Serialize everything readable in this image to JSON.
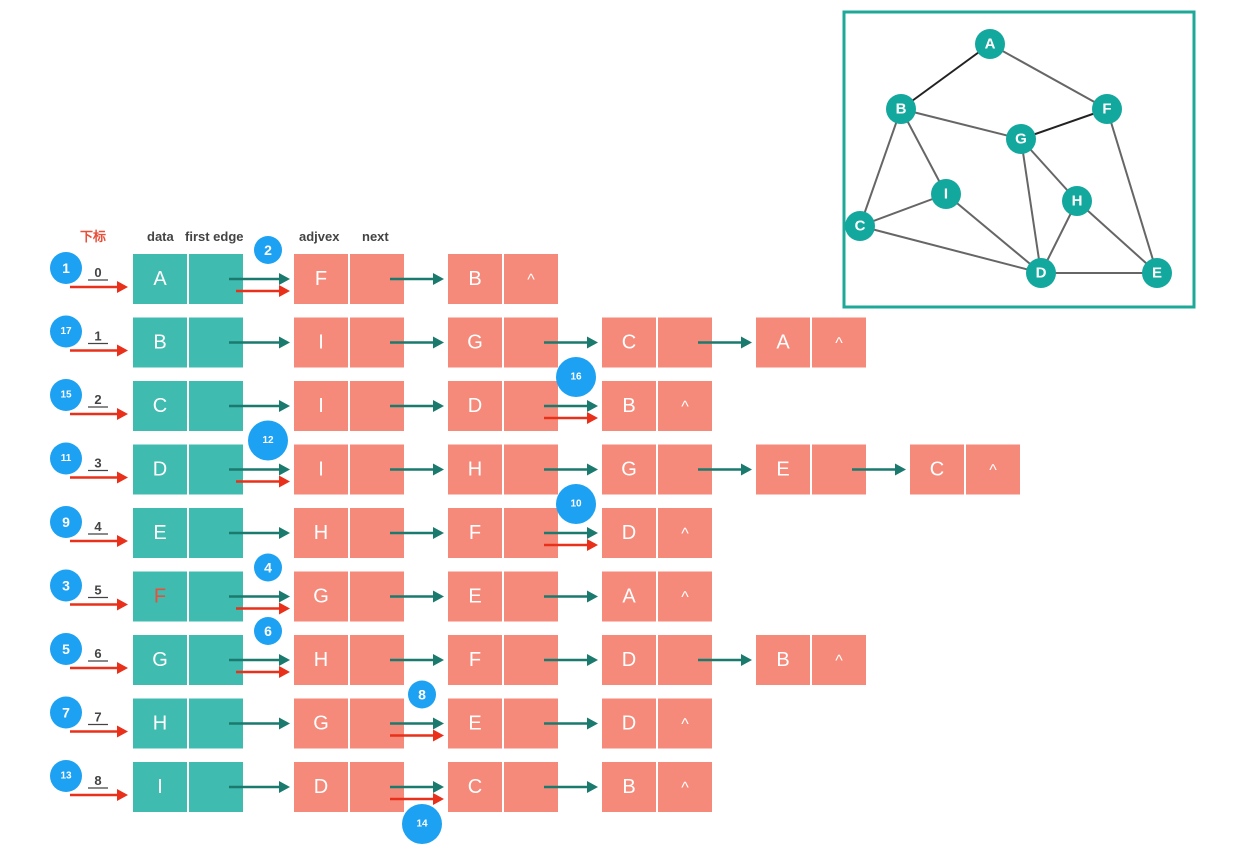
{
  "colors": {
    "vertex_cell": "#40bbb0",
    "edge_cell": "#f58a7a",
    "link_arrow": "#1a7a6e",
    "visit_arrow": "#e8301a",
    "badge": "#1da1f2",
    "graph_node": "#13a89e",
    "graph_border": "#1ea898",
    "highlight_text": "#e8503a"
  },
  "headers": {
    "index": "下标",
    "data": "data",
    "first_edge": "first edge",
    "adjvex": "adjvex",
    "next": "next"
  },
  "null_marker": "^",
  "rows": [
    {
      "index": "0",
      "vertex": "A",
      "badge": "1",
      "highlight": false,
      "edges": [
        "F",
        "B"
      ]
    },
    {
      "index": "1",
      "vertex": "B",
      "badge": "17",
      "highlight": false,
      "edges": [
        "I",
        "G",
        "C",
        "A"
      ]
    },
    {
      "index": "2",
      "vertex": "C",
      "badge": "15",
      "highlight": false,
      "edges": [
        "I",
        "D",
        "B"
      ]
    },
    {
      "index": "3",
      "vertex": "D",
      "badge": "11",
      "highlight": false,
      "edges": [
        "I",
        "H",
        "G",
        "E",
        "C"
      ]
    },
    {
      "index": "4",
      "vertex": "E",
      "badge": "9",
      "highlight": false,
      "edges": [
        "H",
        "F",
        "D"
      ]
    },
    {
      "index": "5",
      "vertex": "F",
      "badge": "3",
      "highlight": true,
      "edges": [
        "G",
        "E",
        "A"
      ]
    },
    {
      "index": "6",
      "vertex": "G",
      "badge": "5",
      "highlight": false,
      "edges": [
        "H",
        "F",
        "D",
        "B"
      ]
    },
    {
      "index": "7",
      "vertex": "H",
      "badge": "7",
      "highlight": false,
      "edges": [
        "G",
        "E",
        "D"
      ]
    },
    {
      "index": "8",
      "vertex": "I",
      "badge": "13",
      "highlight": false,
      "edges": [
        "D",
        "C",
        "B"
      ]
    }
  ],
  "edge_badges": [
    {
      "label": "2",
      "row": 0,
      "node": 0
    },
    {
      "label": "16",
      "row": 2,
      "node": 2
    },
    {
      "label": "12",
      "row": 3,
      "node": 0
    },
    {
      "label": "10",
      "row": 4,
      "node": 2
    },
    {
      "label": "4",
      "row": 5,
      "node": 0
    },
    {
      "label": "6",
      "row": 6,
      "node": 0
    },
    {
      "label": "8",
      "row": 7,
      "node": 1
    },
    {
      "label": "14",
      "row": 8,
      "node": 1
    }
  ],
  "graph": {
    "nodes": [
      "A",
      "B",
      "F",
      "G",
      "I",
      "H",
      "C",
      "D",
      "E"
    ],
    "edges": [
      [
        "A",
        "B"
      ],
      [
        "A",
        "F"
      ],
      [
        "B",
        "G"
      ],
      [
        "B",
        "I"
      ],
      [
        "B",
        "C"
      ],
      [
        "F",
        "G"
      ],
      [
        "F",
        "E"
      ],
      [
        "G",
        "H"
      ],
      [
        "G",
        "D"
      ],
      [
        "I",
        "C"
      ],
      [
        "I",
        "D"
      ],
      [
        "H",
        "D"
      ],
      [
        "H",
        "E"
      ],
      [
        "C",
        "D"
      ],
      [
        "D",
        "E"
      ]
    ],
    "dark_edges": [
      [
        "A",
        "B"
      ],
      [
        "F",
        "G"
      ]
    ]
  }
}
